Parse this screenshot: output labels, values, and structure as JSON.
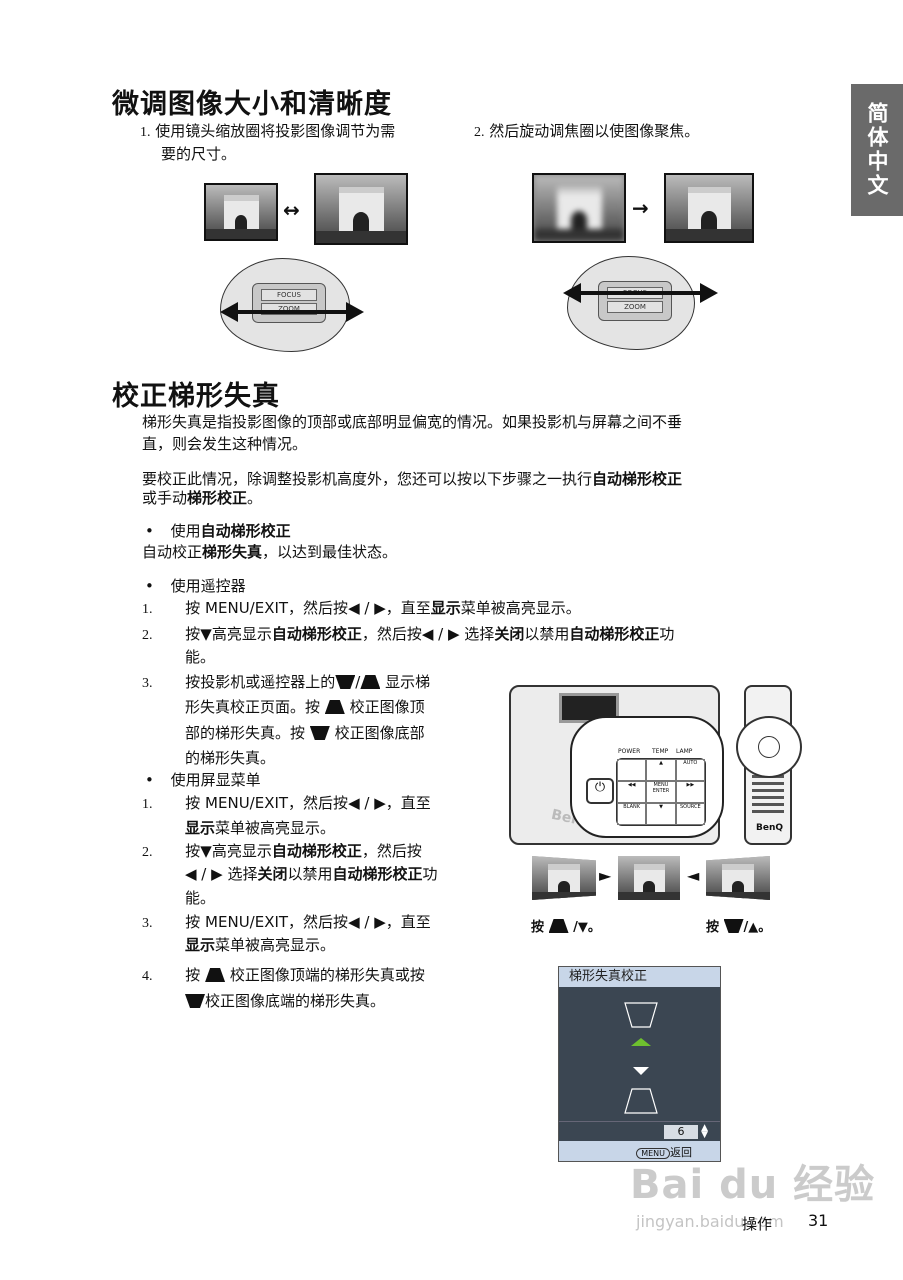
{
  "lang_tab": "简体中文",
  "section1": {
    "title": "微调图像大小和清晰度",
    "step1_num": "1.",
    "step1_line1": "使用镜头缩放圈将投影图像调节为需",
    "step1_line2": "要的尺寸。",
    "step2_num": "2.",
    "step2": "然后旋动调焦圈以使图像聚焦。",
    "arrow_both": "↔",
    "arrow_right": "→",
    "focus_label": "FOCUS",
    "zoom_label": "ZOOM"
  },
  "section2": {
    "title": "校正梯形失真",
    "para1_line1": "梯形失真是指投影图像的顶部或底部明显偏宽的情况。如果投影机与屏幕之间不垂",
    "para1_line2": "直，则会发生这种情况。",
    "para2_line1_a": "要校正此情况，除调整投影机高度外，您还可以按以下步骤之一执行",
    "para2_line1_b": "自动梯形校正",
    "para2_line2_a": "或手动",
    "para2_line2_b": "梯形校正",
    "para2_line2_c": "。",
    "bullet": "•",
    "auto_a": "使用",
    "auto_b": "自动梯形校正",
    "auto_desc_a": "自动校正",
    "auto_desc_b": "梯形失真",
    "auto_desc_c": "，以达到最佳状态。",
    "remote_title": "使用遥控器",
    "r1_num": "1.",
    "r1_a": "按 MENU/EXIT，然后按",
    "r1_b": "◀ / ▶",
    "r1_c": "，直至",
    "r1_d": "显示",
    "r1_e": "菜单被高亮显示。",
    "r2_num": "2.",
    "r2_a": "按▼高亮显示",
    "r2_b": "自动梯形校正",
    "r2_c": "，然后按",
    "r2_d": "◀ / ▶",
    "r2_e": " 选择",
    "r2_f": "关闭",
    "r2_g": "以禁用",
    "r2_h": "自动梯形校正",
    "r2_i": "功",
    "r2_line2": "能。",
    "r3_num": "3.",
    "r3_a": "按投影机或遥控器上的",
    "r3_b": "/",
    "r3_c": "显示梯",
    "r3_line2_a": "形失真校正页面。按",
    "r3_line2_b": "校正图像顶",
    "r3_line3_a": "部的梯形失真。按",
    "r3_line3_b": "校正图像底部",
    "r3_line4": "的梯形失真。",
    "osd_title_use": "使用屏显菜单",
    "o1_num": "1.",
    "o1_a": "按 MENU/EXIT，然后按",
    "o1_b": "◀ / ▶",
    "o1_c": "，直至",
    "o1_line2_a": "显示",
    "o1_line2_b": "菜单被高亮显示。",
    "o2_num": "2.",
    "o2_a": "按▼高亮显示",
    "o2_b": "自动梯形校正",
    "o2_c": "，然后按",
    "o2_line2_a": "◀ / ▶",
    "o2_line2_b": " 选择",
    "o2_line2_c": "关闭",
    "o2_line2_d": "以禁用",
    "o2_line2_e": "自动梯形校正",
    "o2_line2_f": "功",
    "o2_line3": "能。",
    "o3_num": "3.",
    "o3_a": "按 MENU/EXIT，然后按",
    "o3_b": "◀ / ▶",
    "o3_c": "，直至",
    "o3_line2_a": "显示",
    "o3_line2_b": "菜单被高亮显示。",
    "o4_num": "4.",
    "o4_a": "按",
    "o4_b": "校正图像顶端的梯形失真或按",
    "o4_line2": "校正图像底端的梯形失真。",
    "caption_left_a": "按",
    "caption_left_b": "/▼。",
    "caption_right_a": "按",
    "caption_right_b": "/▲。"
  },
  "projector": {
    "brand": "BenQ",
    "power": "POWER",
    "temp": "TEMP",
    "lamp": "LAMP",
    "auto": "AUTO",
    "blank": "BLANK",
    "source": "SOURCE",
    "menu_enter": "MENU ENTER"
  },
  "remote": {
    "brand": "BenQ"
  },
  "osd": {
    "title": "梯形失真校正",
    "value": "6",
    "menu_key": "MENU",
    "back": "返回"
  },
  "footer": {
    "section": "操作",
    "page": "31"
  },
  "watermark": {
    "logo": "Bai du 经验",
    "url": "jingyan.baidu.com"
  }
}
